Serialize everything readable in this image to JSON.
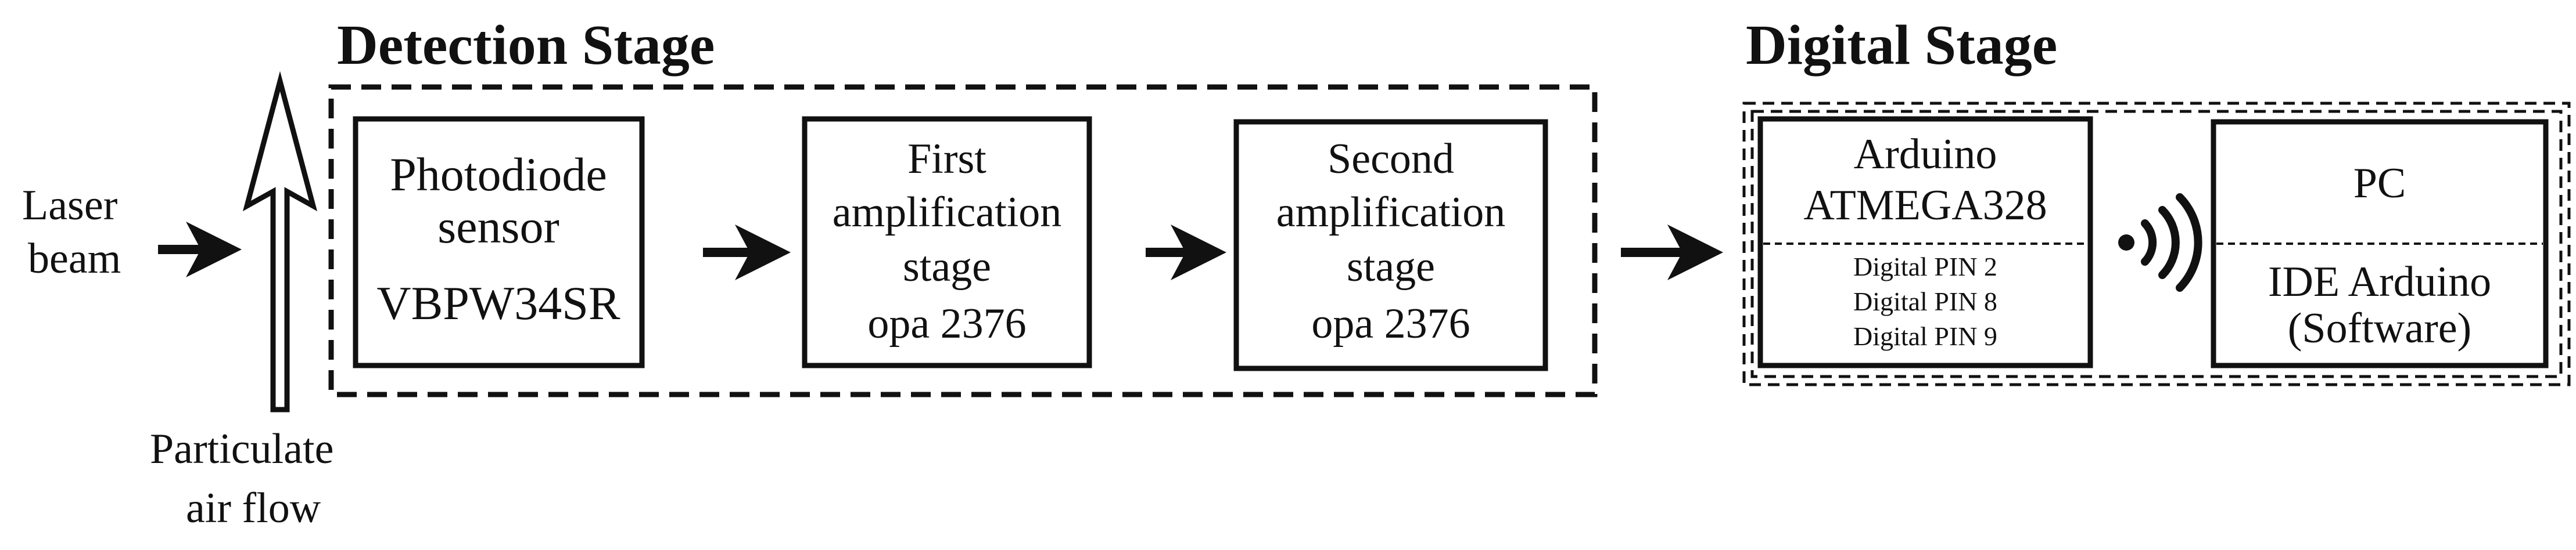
{
  "stages": {
    "detection_title": "Detection Stage",
    "digital_title": "Digital Stage"
  },
  "inputs": {
    "laser_line1": "Laser",
    "laser_line2": "beam",
    "particulate_line1": "Particulate",
    "particulate_line2": "air flow"
  },
  "blocks": {
    "photodiode": {
      "line1": "Photodiode",
      "line2": "sensor",
      "line3": "VBPW34SR"
    },
    "first_amp": {
      "line1": "First",
      "line2": "amplification",
      "line3": "stage",
      "line4": "opa 2376"
    },
    "second_amp": {
      "line1": "Second",
      "line2": "amplification",
      "line3": "stage",
      "line4": "opa 2376"
    },
    "arduino": {
      "line1": "Arduino",
      "line2": "ATMEGA328",
      "pin1": "Digital PIN 2",
      "pin2": "Digital PIN 8",
      "pin3": "Digital PIN 9"
    },
    "pc": {
      "line1": "PC",
      "line2": "IDE Arduino",
      "line3": "(Software)"
    }
  },
  "icons": {
    "wireless": "wireless-signal-icon",
    "arrow": "right-arrow-icon"
  }
}
